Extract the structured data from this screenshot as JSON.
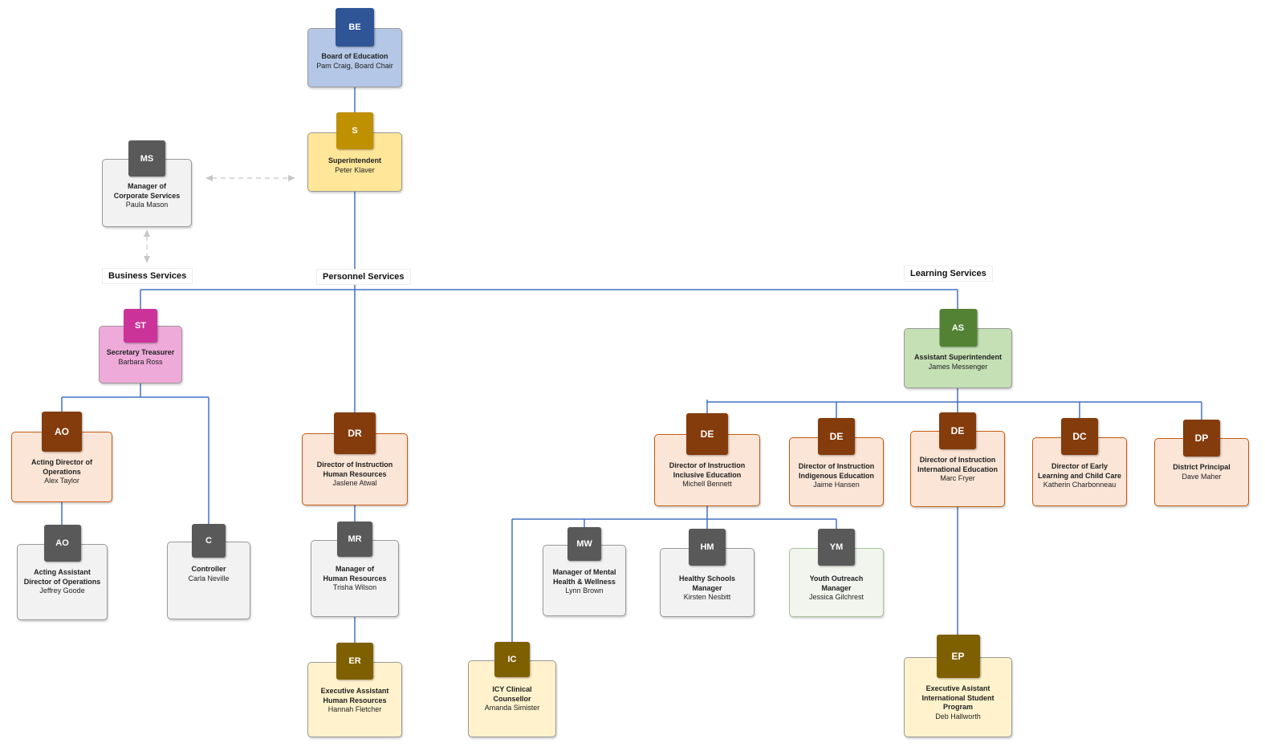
{
  "sections": {
    "business": "Business Services",
    "personnel": "Personnel Services",
    "learning": "Learning Services"
  },
  "nodes": {
    "be": {
      "badge": "BE",
      "title": "Board of Education",
      "name": "Pam Craig, Board Chair"
    },
    "s": {
      "badge": "S",
      "title": "Superintendent",
      "name": "Peter Klaver"
    },
    "ms": {
      "badge": "MS",
      "title": "Manager of\nCorporate Services",
      "name": "Paula Mason"
    },
    "st": {
      "badge": "ST",
      "title": "Secretary Treasurer",
      "name": "Barbara Ross"
    },
    "as": {
      "badge": "AS",
      "title": "Assistant Superintendent",
      "name": "James Messenger"
    },
    "ao1": {
      "badge": "AO",
      "title": "Acting Director of\nOperations",
      "name": "Alex Taylor"
    },
    "ao2": {
      "badge": "AO",
      "title": "Acting Assistant\nDirector of Operations",
      "name": "Jeffrey Goode"
    },
    "c": {
      "badge": "C",
      "title": "Controller",
      "name": "Carla Neville"
    },
    "dr": {
      "badge": "DR",
      "title": "Director of Instruction\nHuman Resources",
      "name": "Jaslene Atwal"
    },
    "mr": {
      "badge": "MR",
      "title": "Manager of\nHuman Resources",
      "name": "Trisha Wilson"
    },
    "er": {
      "badge": "ER",
      "title": "Executive Assistant\nHuman Resources",
      "name": "Hannah Fletcher"
    },
    "de1": {
      "badge": "DE",
      "title": "Director of Instruction\nInclusive Education",
      "name": "Michell Bennett"
    },
    "de2": {
      "badge": "DE",
      "title": "Director of Instruction\nIndigenous Education",
      "name": "Jaime Hansen"
    },
    "de3": {
      "badge": "DE",
      "title": "Director of Instruction\nInternational Education",
      "name": "Marc Fryer"
    },
    "dc": {
      "badge": "DC",
      "title": "Director of Early\nLearning and Child Care",
      "name": "Katherin Charbonneau"
    },
    "dp": {
      "badge": "DP",
      "title": "District Principal",
      "name": "Dave Maher"
    },
    "mw": {
      "badge": "MW",
      "title": "Manager of Mental\nHealth & Wellness",
      "name": "Lynn Brown"
    },
    "hm": {
      "badge": "HM",
      "title": "Healthy Schools\nManager",
      "name": "Kirsten Nesbitt"
    },
    "ym": {
      "badge": "YM",
      "title": "Youth Outreach\nManager",
      "name": "Jessica Gilchrest"
    },
    "ic": {
      "badge": "IC",
      "title": "ICY Clinical\nCounsellor",
      "name": "Amanda Simister"
    },
    "ep": {
      "badge": "EP",
      "title": "Executive Asistant\nInternational Student\nProgram",
      "name": "Deb Hallworth"
    }
  },
  "colors": {
    "connector": "#4472c4",
    "dashed_connector": "#c8c8c8",
    "board_badge": "#2f5597",
    "board_card": "#b4c7e7",
    "super_badge": "#bf9000",
    "super_card": "#ffe699",
    "grey_badge": "#595959",
    "grey_card": "#f2f2f2",
    "treasurer_badge": "#cc3399",
    "treasurer_card": "#eeaad9",
    "assistant_badge": "#548235",
    "assistant_card": "#c5e0b4",
    "director_badge": "#843c0c",
    "director_card": "#fbe5d6",
    "exec_badge": "#7f6000",
    "exec_card": "#fff2cc",
    "youth_card": "#f1f5ee"
  }
}
